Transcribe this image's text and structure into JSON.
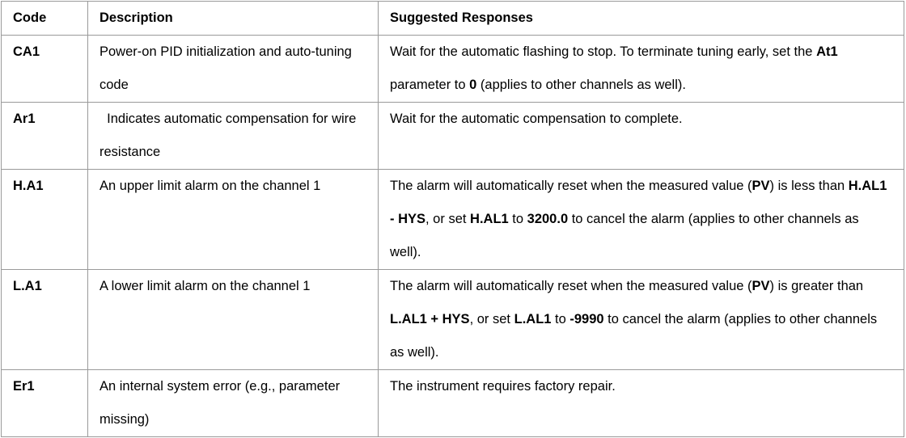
{
  "headers": {
    "code": "Code",
    "description": "Description",
    "responses": "Suggested Responses"
  },
  "rows": [
    {
      "code": "CA1",
      "description": "Power-on PID initialization and auto-tuning code",
      "response": {
        "t0": "Wait for the automatic flashing to stop. To terminate tuning early, set the ",
        "b0": "At1",
        "t1": " parameter to ",
        "b1": "0",
        "t2": " (applies to other channels as well)."
      }
    },
    {
      "code": "Ar1",
      "description": "Indicates automatic compensation for wire resistance",
      "response": {
        "t0": "Wait for the automatic compensation to complete."
      }
    },
    {
      "code": "H.A1",
      "description": "An upper limit alarm on the channel 1",
      "response": {
        "t0": "The alarm will automatically reset when the measured value (",
        "b0": "PV",
        "t1": ") is less than ",
        "b1": "H.AL1 - HYS",
        "t2": ", or set ",
        "b2": "H.AL1",
        "t3": " to ",
        "b3": "3200.0",
        "t4": " to cancel the alarm (applies to other channels as well)."
      }
    },
    {
      "code": "L.A1",
      "description": "A lower limit alarm on the channel 1",
      "response": {
        "t0": "The alarm will automatically reset when the measured value (",
        "b0": "PV",
        "t1": ") is greater than ",
        "b1": "L.AL1 + HYS",
        "t2": ", or set ",
        "b2": "L.AL1",
        "t3": " to ",
        "b3": "-9990",
        "t4": " to cancel the alarm (applies to other channels as well)."
      }
    },
    {
      "code": "Er1",
      "description": "An internal system error (e.g., parameter missing)",
      "response": {
        "t0": "The instrument requires factory repair."
      }
    }
  ]
}
